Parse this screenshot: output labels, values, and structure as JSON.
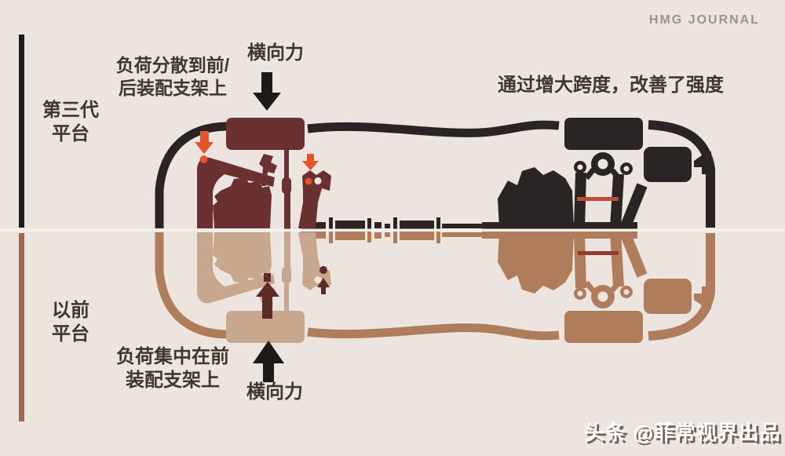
{
  "logo": {
    "text": "HMG JOURNAL"
  },
  "sidebar": {
    "top_platform": {
      "line1": "第三代",
      "line2": "平台"
    },
    "bottom_platform": {
      "line1": "以前",
      "line2": "平台"
    }
  },
  "annotations": {
    "top_load": {
      "line1": "负荷分散到前/",
      "line2": "后装配支架上"
    },
    "top_lateral_force": "横向力",
    "rear_span": "通过增大跨度，改善了强度",
    "bottom_load": {
      "line1": "负荷集中在前",
      "line2": "装配支架上"
    },
    "bottom_lateral_force": "横向力"
  },
  "watermark": {
    "text": "头条 @菲常视界出品"
  },
  "colors": {
    "background": "#ece4df",
    "top_chassis_black": "#2a2424",
    "top_front_maroon": "#6b3130",
    "bottom_chassis_brown": "#b07d5c",
    "bottom_front_tan": "#c7a88f",
    "highlight_orange": "#e8512a",
    "top_rear_highlight_red": "#c24936",
    "bottom_rear_highlight_red": "#94392e",
    "bottom_dark_accent": "#5e2a27",
    "sidebar_black": "#1e1a18",
    "sidebar_brown": "#9c6a50",
    "logo_gray": "#9b948e",
    "waterline": "#f6f0ec"
  }
}
